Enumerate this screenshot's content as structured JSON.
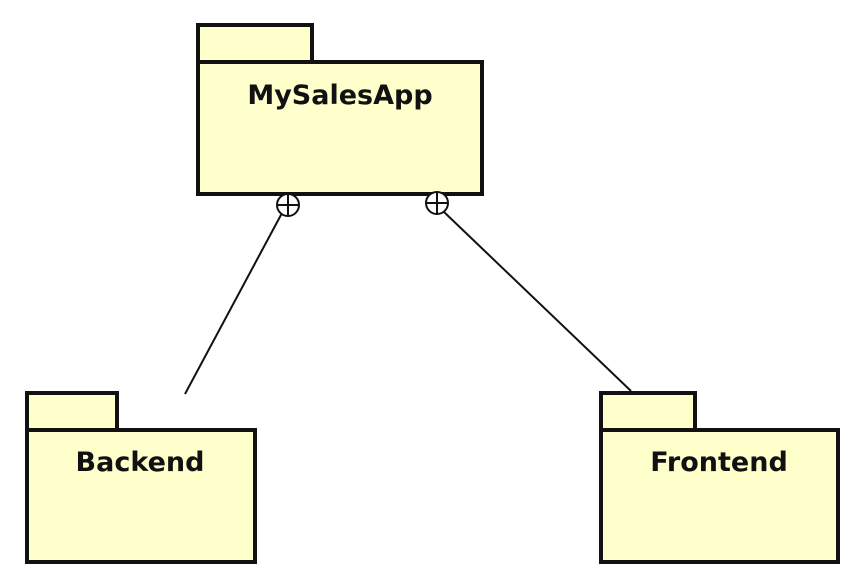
{
  "diagram": {
    "packages": {
      "root": {
        "name": "MySalesApp"
      },
      "backend": {
        "name": "Backend"
      },
      "frontend": {
        "name": "Frontend"
      }
    },
    "relation": "containment",
    "colors": {
      "package_fill": "#FFFFCC",
      "stroke": "#111111",
      "background": "#FFFFFF"
    }
  }
}
